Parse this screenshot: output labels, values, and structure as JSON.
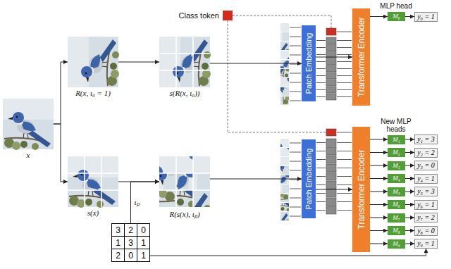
{
  "diagram": {
    "nodes": [
      {
        "text": [
          "x"
        ]
      },
      {
        "text": [
          "R(x, ι₀ = 1)"
        ]
      },
      {
        "text": [
          "s(R(x, ι₀))"
        ]
      },
      {
        "text": [
          "s(x)"
        ]
      },
      {
        "text": [
          "R(s(x), ιₚ)"
        ]
      },
      {
        "text": [
          "3",
          "2",
          "0",
          "1",
          "3",
          "1",
          "2",
          "0",
          "1"
        ]
      },
      {
        "text": [
          "Class token"
        ]
      },
      {
        "text": [
          "Patch Embedding"
        ]
      },
      {
        "text": [
          "Transformer Encoder"
        ]
      },
      {
        "text": [
          "M₀"
        ]
      },
      {
        "text": [
          "y₀ = 1"
        ]
      },
      {
        "text": [
          "Patch Embedding"
        ]
      },
      {
        "text": [
          "Transformer Encoder"
        ]
      },
      {
        "text": [
          "M₁"
        ]
      },
      {
        "text": [
          "M₂"
        ]
      },
      {
        "text": [
          "M₃"
        ]
      },
      {
        "text": [
          "M₄"
        ]
      },
      {
        "text": [
          "M₅"
        ]
      },
      {
        "text": [
          "M₆"
        ]
      },
      {
        "text": [
          "M₇"
        ]
      },
      {
        "text": [
          "M₈"
        ]
      },
      {
        "text": [
          "M₉"
        ]
      },
      {
        "text": [
          "y₁ = 3"
        ]
      },
      {
        "text": [
          "y₂ = 2"
        ]
      },
      {
        "text": [
          "y₃ = 0"
        ]
      },
      {
        "text": [
          "y₄ = 1"
        ]
      },
      {
        "text": [
          "y₅ = 3"
        ]
      },
      {
        "text": [
          "y₆ = 1"
        ]
      },
      {
        "text": [
          "y₇ = 2"
        ]
      },
      {
        "text": [
          "y₈ = 0"
        ]
      },
      {
        "text": [
          "y₉ = 1"
        ]
      }
    ],
    "edges": [
      {
        "from": 0,
        "to": 1,
        "arrow": "to"
      },
      {
        "from": 0,
        "to": 3,
        "arrow": "to"
      },
      {
        "from": 1,
        "to": 2,
        "arrow": "to"
      },
      {
        "from": 3,
        "to": 4,
        "arrow": "to"
      },
      {
        "from": 5,
        "to": 4,
        "label": "ιₚ",
        "arrow": "to"
      },
      {
        "from": 2,
        "to": 7,
        "arrow": "to"
      },
      {
        "from": 4,
        "to": 11,
        "arrow": "to"
      },
      {
        "from": 7,
        "to": 8,
        "arrow": "to"
      },
      {
        "from": 11,
        "to": 12,
        "arrow": "to"
      },
      {
        "from": 8,
        "to": 9,
        "arrow": "to"
      },
      {
        "from": 9,
        "to": 10,
        "arrow": "to"
      },
      {
        "from": 12,
        "to": 13,
        "arrow": "to"
      },
      {
        "from": 12,
        "to": 14,
        "arrow": "to"
      },
      {
        "from": 12,
        "to": 15,
        "arrow": "to"
      },
      {
        "from": 12,
        "to": 16,
        "arrow": "to"
      },
      {
        "from": 12,
        "to": 17,
        "arrow": "to"
      },
      {
        "from": 12,
        "to": 18,
        "arrow": "to"
      },
      {
        "from": 12,
        "to": 19,
        "arrow": "to"
      },
      {
        "from": 12,
        "to": 20,
        "arrow": "to"
      },
      {
        "from": 12,
        "to": 21,
        "arrow": "to"
      },
      {
        "from": 13,
        "to": 22,
        "arrow": "to"
      },
      {
        "from": 14,
        "to": 23,
        "arrow": "to"
      },
      {
        "from": 15,
        "to": 24,
        "arrow": "to"
      },
      {
        "from": 16,
        "to": 25,
        "arrow": "to"
      },
      {
        "from": 17,
        "to": 26,
        "arrow": "to"
      },
      {
        "from": 18,
        "to": 27,
        "arrow": "to"
      },
      {
        "from": 19,
        "to": 28,
        "arrow": "to"
      },
      {
        "from": 20,
        "to": 29,
        "arrow": "to"
      },
      {
        "from": 21,
        "to": 30,
        "arrow": "to"
      },
      {
        "from": 5,
        "to": 30,
        "arrow": "to"
      }
    ],
    "labels": [
      "MLP head",
      "New MLP heads"
    ]
  }
}
